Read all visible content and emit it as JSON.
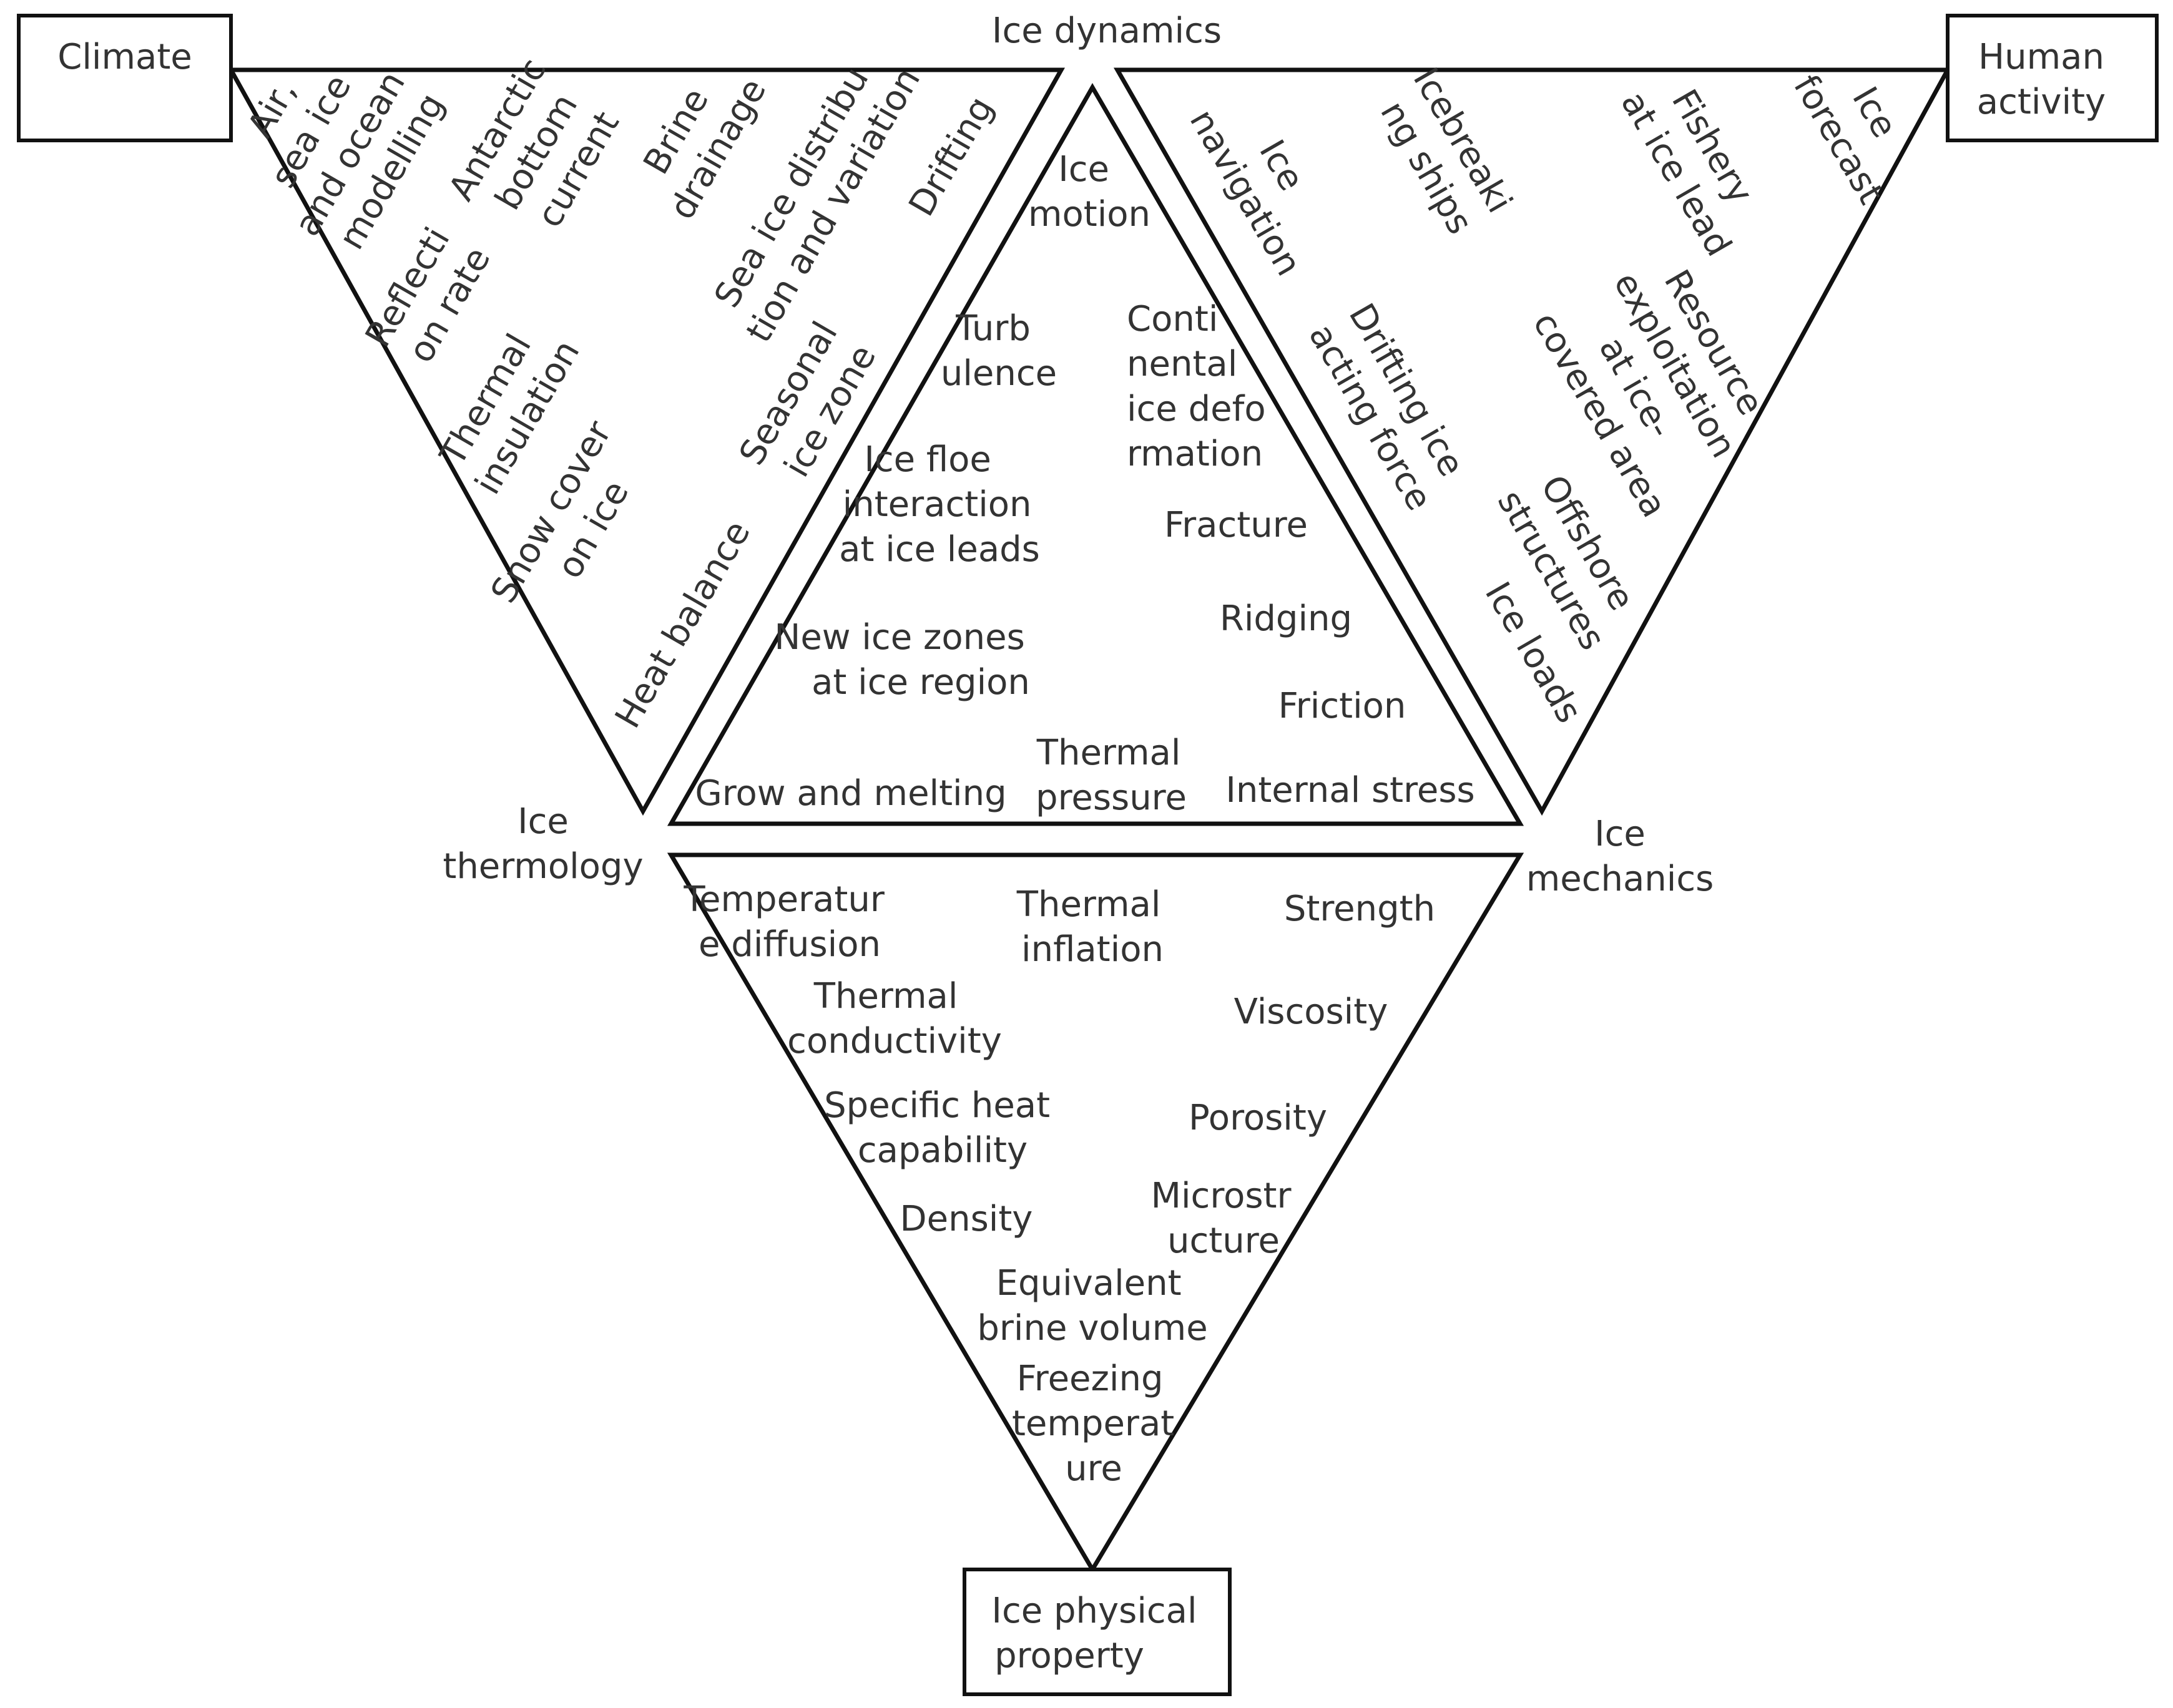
{
  "corners": {
    "climate": "Climate",
    "human_activity": [
      "Human",
      "activity"
    ],
    "ice_physical_property": [
      "Ice physical",
      "property"
    ]
  },
  "vertices": {
    "ice_dynamics": "Ice dynamics",
    "ice_thermology": [
      "Ice",
      "thermology"
    ],
    "ice_mechanics": [
      "Ice",
      "mechanics"
    ]
  },
  "left_triangle": {
    "items": [
      [
        "Air,",
        "sea ice",
        "and ocean",
        "modelling"
      ],
      [
        "Antarctic",
        "bottom",
        "current"
      ],
      [
        "Brine",
        "drainage"
      ],
      [
        "Sea ice distribu",
        "tion and variation"
      ],
      [
        "Drifting"
      ],
      [
        "Reflecti",
        "on rate"
      ],
      [
        "Thermal",
        "insulation"
      ],
      [
        "Snow cover",
        "on ice"
      ],
      [
        "Seasonal",
        "ice zone"
      ],
      [
        "Heat balance"
      ]
    ]
  },
  "right_triangle": {
    "items": [
      [
        "Ice",
        "navigation"
      ],
      [
        "Icebreaki",
        "ng ships"
      ],
      [
        "Fishery",
        "at ice lead"
      ],
      [
        "Ice",
        "forecast"
      ],
      [
        "Drifting ice",
        "acting force"
      ],
      [
        "Resource",
        "exploitation",
        "at ice-",
        "covered area"
      ],
      [
        "Offshore",
        "structures"
      ],
      [
        "Ice loads"
      ]
    ]
  },
  "center_triangle": {
    "items": [
      [
        "Ice",
        "motion"
      ],
      [
        "Turb",
        "ulence"
      ],
      [
        "Conti",
        "nental",
        "ice defo",
        "rmation"
      ],
      [
        "Ice floe",
        "interaction",
        "at ice leads"
      ],
      [
        "Fracture"
      ],
      [
        "Ridging"
      ],
      [
        "New ice zones",
        "at ice region"
      ],
      [
        "Friction"
      ],
      [
        "Thermal",
        "pressure"
      ],
      [
        "Grow and melting"
      ],
      [
        "Internal stress"
      ]
    ]
  },
  "bottom_triangle": {
    "items": [
      [
        "Temperatur",
        "e diffusion"
      ],
      [
        "Thermal",
        "inflation"
      ],
      [
        "Strength"
      ],
      [
        "Thermal",
        "conductivity"
      ],
      [
        "Viscosity"
      ],
      [
        "Specific heat",
        "capability"
      ],
      [
        "Porosity"
      ],
      [
        "Microstr",
        "ucture"
      ],
      [
        "Density"
      ],
      [
        "Equivalent",
        "brine volume"
      ],
      [
        "Freezing",
        "temperat",
        "ure"
      ]
    ]
  }
}
